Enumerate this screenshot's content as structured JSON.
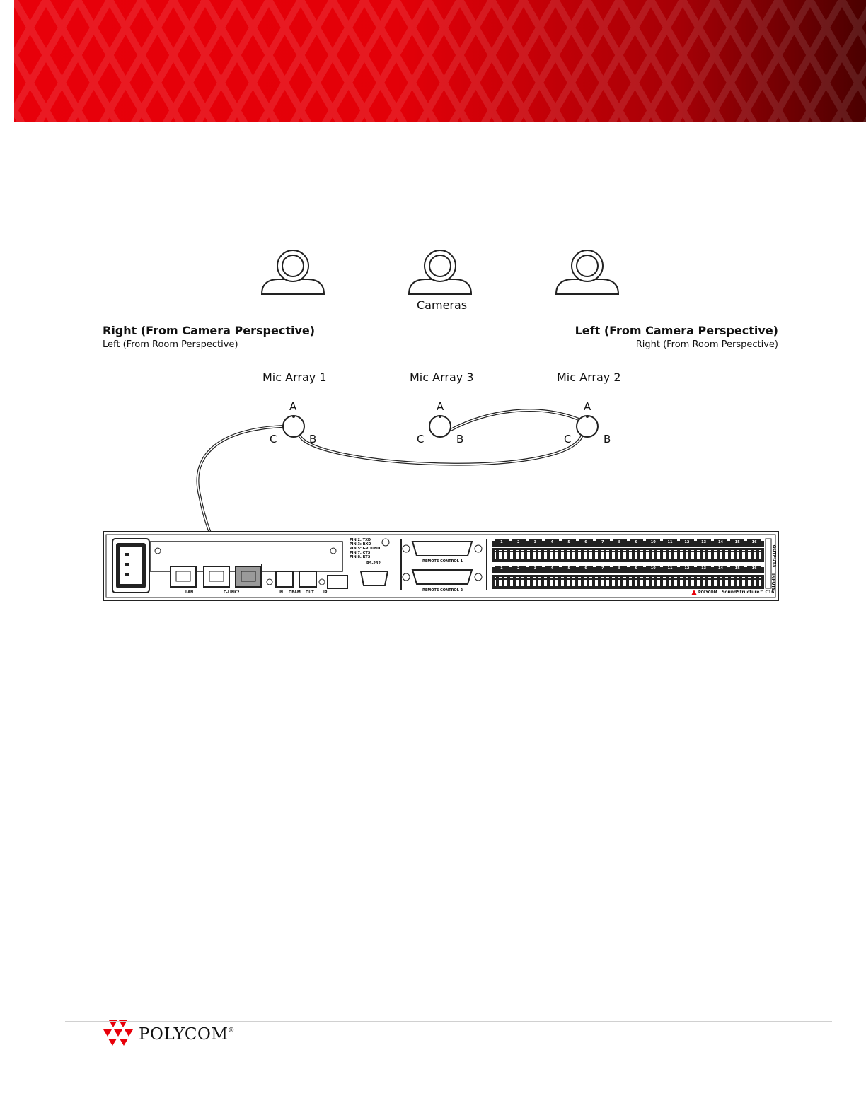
{
  "colors": {
    "brand_red": "#e8000a",
    "banner_dark": "#4a0000",
    "line": "#222222",
    "device_fill": "#ffffff",
    "highlight_port": "#9a9a9a"
  },
  "cameras": {
    "caption": "Cameras",
    "count": 3,
    "icon": "ptz-camera-icon"
  },
  "perspective": {
    "right_camera": "Right (From Camera Perspective)",
    "left_room": "Left (From Room Perspective)",
    "left_camera": "Left (From Camera Perspective)",
    "right_room": "Right (From Room Perspective)"
  },
  "mic_arrays": [
    {
      "name": "Mic Array 1",
      "ports": [
        "A",
        "B",
        "C"
      ]
    },
    {
      "name": "Mic Array 3",
      "ports": [
        "A",
        "B",
        "C"
      ]
    },
    {
      "name": "Mic Array 2",
      "ports": [
        "A",
        "B",
        "C"
      ]
    }
  ],
  "connections": [
    {
      "from": "SoundStructure C-LINK2",
      "to": "Mic Array 1 C"
    },
    {
      "from": "Mic Array 1 B",
      "to": "Mic Array 2 C"
    },
    {
      "from": "Mic Array 2 A",
      "to": "Mic Array 3 B"
    }
  ],
  "device": {
    "model": "SoundStructure™ C16",
    "brand": "POLYCOM",
    "port_labels": [
      "LAN",
      "C-LINK2",
      "IN",
      "OBAM",
      "OUT",
      "IR",
      "RS-232",
      "REMOTE CONTROL 1",
      "REMOTE CONTROL 2",
      "OUTPUTS",
      "INPUTS"
    ],
    "pin_labels": [
      "PIN 2: TXD",
      "PIN 3: RXD",
      "PIN 5: GROUND",
      "PIN 7: CTS",
      "PIN 8: RTS"
    ],
    "channels": [
      "1",
      "2",
      "3",
      "4",
      "5",
      "6",
      "7",
      "8",
      "9",
      "10",
      "11",
      "12",
      "13",
      "14",
      "15",
      "16"
    ]
  },
  "footer": {
    "brand": "POLYCOM",
    "registered": "®"
  }
}
